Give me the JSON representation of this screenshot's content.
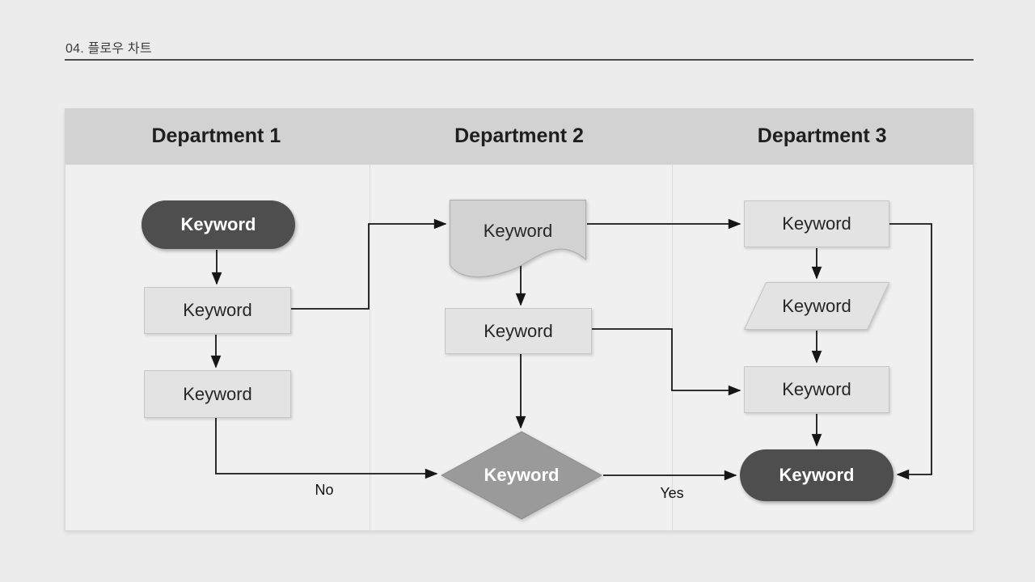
{
  "page": {
    "title": "04. 플로우 차트"
  },
  "colors": {
    "page_bg": "#ececec",
    "lane_bg": "#f0f0f0",
    "lane_header_fill": "#d2d2d2",
    "lane_header_text": "#1e1e1e",
    "process_fill": "#e3e3e3",
    "process_border": "#c6c6c6",
    "document_fill": "#d2d2d2",
    "decision_fill": "#9a9a9a",
    "terminator_fill": "#4e4e4e",
    "terminator_text": "#ffffff",
    "connector": "#161616"
  },
  "lanes": [
    {
      "label": "Department 1"
    },
    {
      "label": "Department 2"
    },
    {
      "label": "Department 3"
    }
  ],
  "nodes": {
    "d1_terminator": {
      "shape": "terminator",
      "label": "Keyword"
    },
    "d1_process1": {
      "shape": "process",
      "label": "Keyword"
    },
    "d1_process2": {
      "shape": "process",
      "label": "Keyword"
    },
    "d2_document": {
      "shape": "document",
      "label": "Keyword"
    },
    "d2_process": {
      "shape": "process",
      "label": "Keyword"
    },
    "d2_decision": {
      "shape": "decision",
      "label": "Keyword"
    },
    "d3_process1": {
      "shape": "process",
      "label": "Keyword"
    },
    "d3_data": {
      "shape": "parallelogram",
      "label": "Keyword"
    },
    "d3_process2": {
      "shape": "process",
      "label": "Keyword"
    },
    "d3_terminator": {
      "shape": "terminator",
      "label": "Keyword"
    }
  },
  "edge_labels": {
    "no": "No",
    "yes": "Yes"
  }
}
